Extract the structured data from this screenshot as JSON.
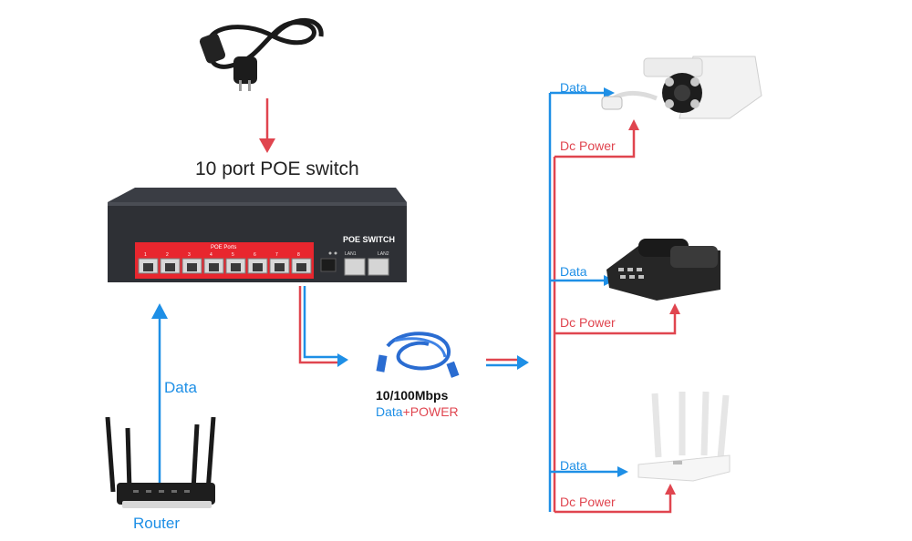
{
  "diagram": {
    "title": "10 port POE switch",
    "switch": {
      "brand_text": "POE SWITCH",
      "ports_title": "POE Ports",
      "port_numbers": [
        "1",
        "2",
        "3",
        "4",
        "5",
        "6",
        "7",
        "8"
      ],
      "uplink_labels": [
        "LAN1",
        "LAN2"
      ]
    },
    "cable": {
      "speed": "10/100Mbps",
      "data_word": "Data",
      "plus": "+",
      "power_word": "POWER"
    },
    "router_label": "Router",
    "uplink_label": "Data",
    "devices": [
      {
        "name": "camera",
        "data_label": "Data",
        "power_label": "Dc Power"
      },
      {
        "name": "ip-phone",
        "data_label": "Data",
        "power_label": "Dc Power"
      },
      {
        "name": "access-point",
        "data_label": "Data",
        "power_label": "Dc Power"
      }
    ],
    "colors": {
      "data": "#1e8fe6",
      "power": "#e0454f",
      "switch_body": "#2e3035",
      "port_panel": "#e8262e"
    }
  }
}
